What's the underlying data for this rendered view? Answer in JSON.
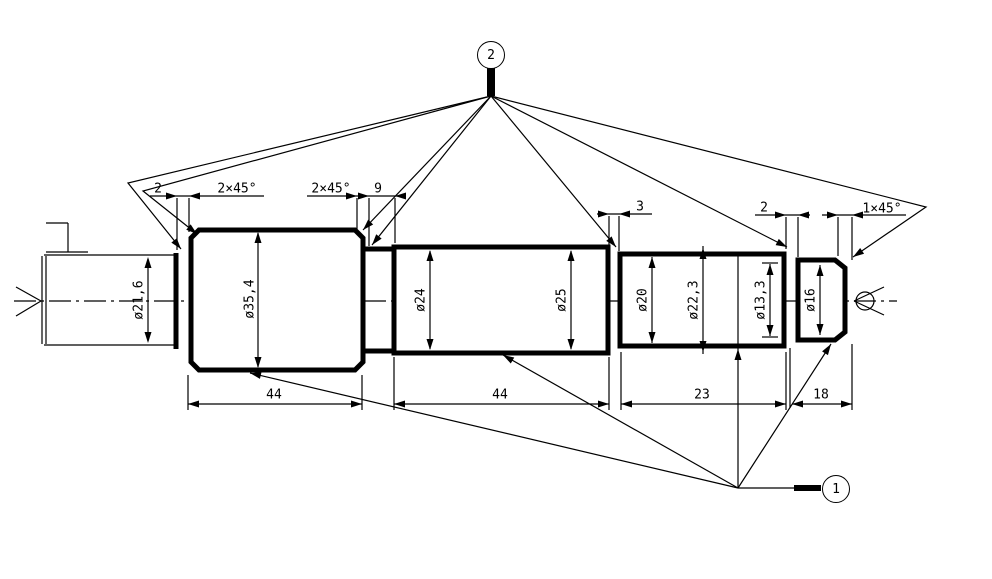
{
  "drawing": {
    "balloon_top": "2",
    "balloon_bottom": "1",
    "diameters": [
      "ø21,6",
      "ø35,4",
      "ø24",
      "ø25",
      "ø20",
      "ø22,3",
      "ø13,3",
      "ø16"
    ],
    "lengths": [
      "44",
      "44",
      "23",
      "18"
    ],
    "feature_dims": {
      "step_left": "2",
      "chamfer_left": "2×45°",
      "chamfer_mid": "2×45°",
      "groove": "9",
      "relief": "3",
      "step_right": "2",
      "chamfer_right": "1×45°"
    }
  }
}
